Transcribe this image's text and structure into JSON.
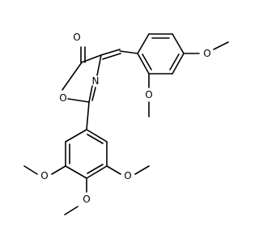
{
  "molecule": {
    "atom_labels": {
      "carbonyl_oxygen": "O",
      "ring_oxygen": "O",
      "ring_nitrogen": "N",
      "methoxy_oxygen_para_benzylidene": "O",
      "methoxy_oxygen_ortho_benzylidene": "O",
      "methoxy_oxygen_trimethoxy_left": "O",
      "methoxy_oxygen_trimethoxy_bottom": "O",
      "methoxy_oxygen_trimethoxy_right": "O"
    },
    "colors": {
      "bonds": "#000000",
      "labels": "#000000",
      "background": "#ffffff"
    }
  }
}
